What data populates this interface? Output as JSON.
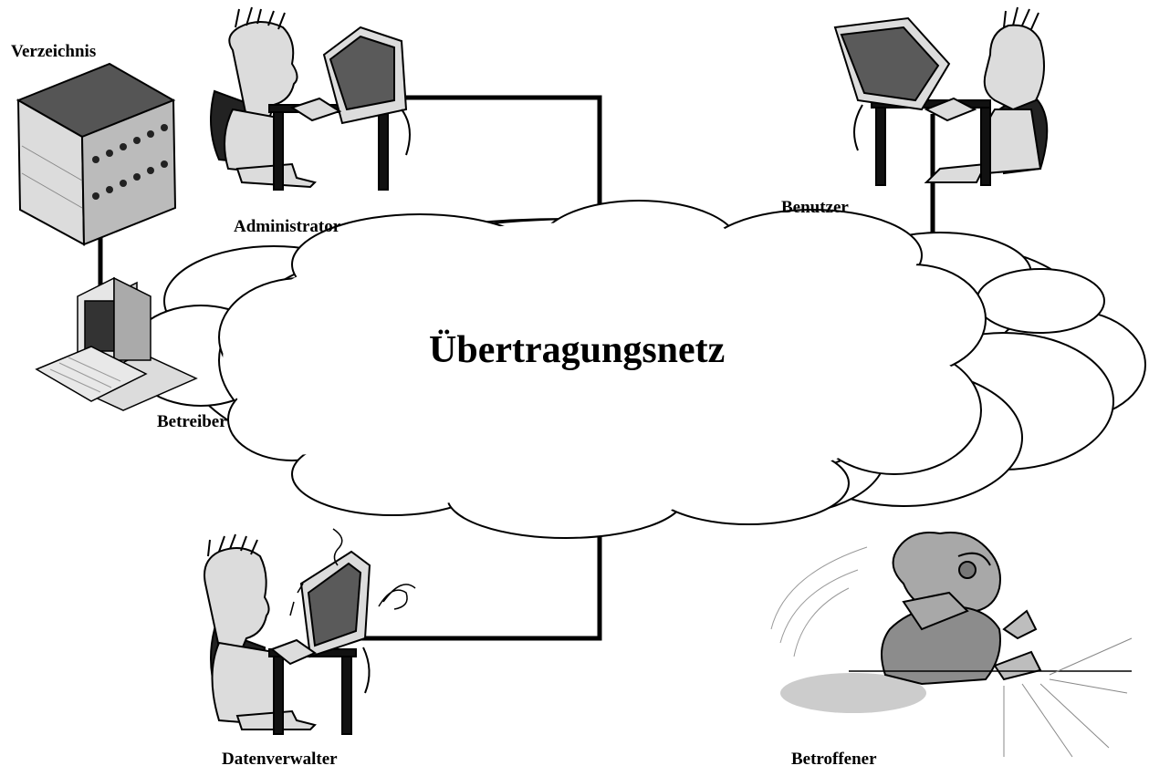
{
  "diagram": {
    "center_label": "Übertragungsnetz",
    "nodes": {
      "directory": "Verzeichnis",
      "administrator": "Administrator",
      "user": "Benutzer",
      "operator": "Betreiber",
      "data_manager": "Datenverwalter",
      "affected_person": "Betroffener"
    }
  },
  "colors": {
    "line": "#000000",
    "cloud_fill": "#ffffff",
    "figure_light": "#d8d8d8",
    "figure_mid": "#a8a8a8",
    "figure_dark": "#555555",
    "screen": "#5a5a5a"
  }
}
